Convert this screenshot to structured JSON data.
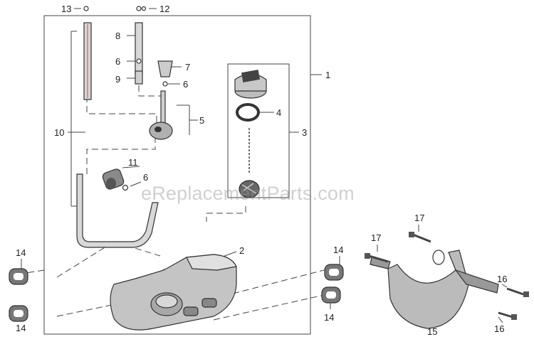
{
  "watermark": "eReplacementParts.com",
  "callouts": {
    "c1": "1",
    "c2": "2",
    "c3": "3",
    "c4": "4",
    "c5": "5",
    "c6a": "6",
    "c6b": "6",
    "c6c": "6",
    "c7": "7",
    "c8": "8",
    "c9": "9",
    "c10": "10",
    "c11": "11",
    "c12": "12",
    "c13": "13",
    "c14a": "14",
    "c14b": "14",
    "c14c": "14",
    "c14d": "14",
    "c15": "15",
    "c16a": "16",
    "c16b": "16",
    "c17a": "17",
    "c17b": "17"
  },
  "colors": {
    "line": "#444444",
    "part_fill": "#bdbdbd",
    "part_dark": "#555555",
    "bg": "#ffffff"
  }
}
